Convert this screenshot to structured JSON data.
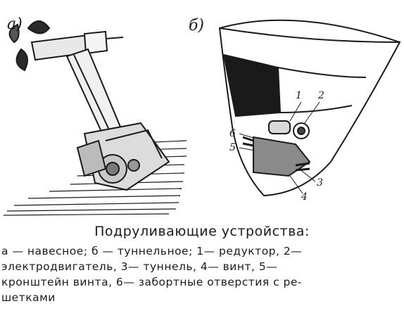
{
  "figure": {
    "panel_a_letter": "а)",
    "panel_b_letter": "б)",
    "callouts": [
      "1",
      "2",
      "3",
      "4",
      "5",
      "6"
    ]
  },
  "caption": {
    "title": "Подруливающие устройства:",
    "lines": [
      "а — навесное; б — туннельное; 1— редуктор, 2—",
      "электродвигатель, 3— туннель, 4— винт, 5—",
      "кронштейн винта, 6— забортные отверстия с ре-",
      "шетками"
    ]
  }
}
